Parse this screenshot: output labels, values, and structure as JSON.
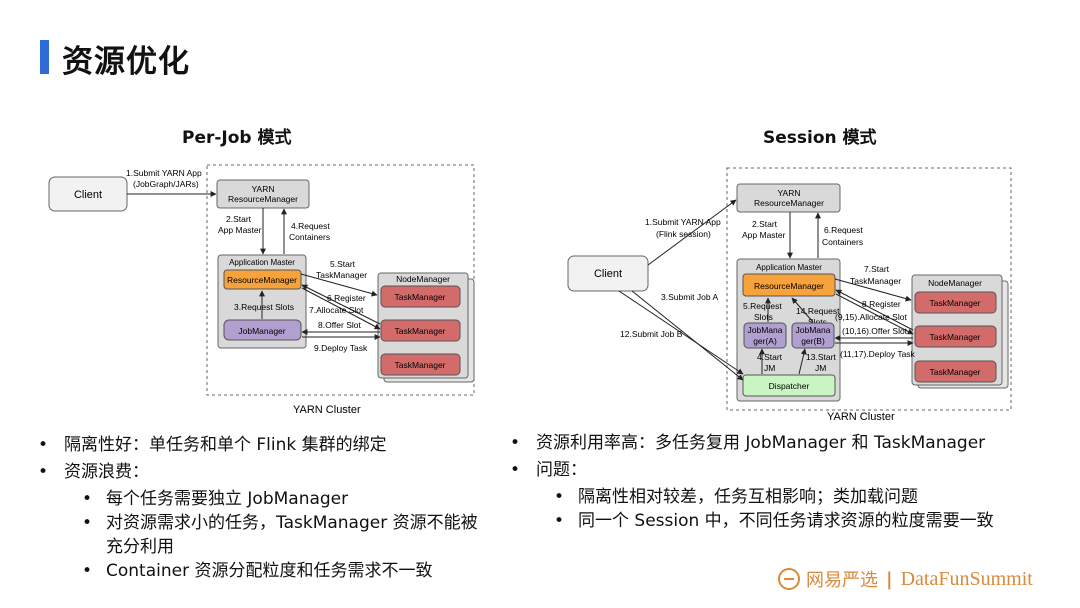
{
  "page": {
    "title": "资源优化",
    "left_subtitle": "Per-Job 模式",
    "right_subtitle": "Session 模式"
  },
  "left_diagram": {
    "client": "Client",
    "step1a": "1.Submit YARN App",
    "step1b": "(JobGraph/JARs)",
    "yarn_rm_a": "YARN",
    "yarn_rm_b": "ResourceManager",
    "step2a": "2.Start",
    "step2b": "App Master",
    "step4a": "4.Request",
    "step4b": "Containers",
    "app_master": "Application Master",
    "resource_manager": "ResourceManager",
    "step3": "3.Request Slots",
    "job_manager": "JobManager",
    "step5a": "5.Start",
    "step5b": "TaskManager",
    "step6": "6.Register",
    "step7": "7.Allocate Slot",
    "step8": "8.Offer Slot",
    "step9": "9.Deploy Task",
    "node_manager": "NodeManager",
    "task_manager": "TaskManager",
    "cluster_label": "YARN Cluster"
  },
  "right_diagram": {
    "client": "Client",
    "step1a": "1.Submit YARN App",
    "step1b": "(Flink session)",
    "yarn_rm_a": "YARN",
    "yarn_rm_b": "ResourceManager",
    "step2a": "2.Start",
    "step2b": "App Master",
    "step6a": "6.Request",
    "step6b": "Containers",
    "app_master": "Application Master",
    "resource_manager": "ResourceManager",
    "step3": "3.Submit Job A",
    "step12": "12.Submit Job B",
    "step5a": "5.Request",
    "step5b": "Slots",
    "step14a": "14.Request",
    "step14b": "Slots",
    "jm_a1": "JobMana",
    "jm_a2": "ger(A)",
    "jm_b1": "JobMana",
    "jm_b2": "ger(B)",
    "step4a": "4.Start",
    "step4b": "JM",
    "step13a": "13.Start",
    "step13b": "JM",
    "dispatcher": "Dispatcher",
    "step7a": "7.Start",
    "step7b": "TaskManager",
    "step8": "8.Register",
    "step9": "(9,15).Allocate Slot",
    "step10": "(10,16).Offer Slot",
    "step11": "(11,17).Deploy Task",
    "node_manager": "NodeManager",
    "task_manager": "TaskManager",
    "cluster_label": "YARN Cluster"
  },
  "left_bullets": {
    "b1": "隔离性好：单任务和单个 Flink 集群的绑定",
    "b2": "资源浪费：",
    "b2_1": "每个任务需要独立 JobManager",
    "b2_2a": "对资源需求小的任务，TaskManager 资源不能被",
    "b2_2b": "充分利用",
    "b2_3": "Container 资源分配粒度和任务需求不一致"
  },
  "right_bullets": {
    "b1": "资源利用率高：多任务复用 JobManager 和 TaskManager",
    "b2": "问题：",
    "b2_1": "隔离性相对较差，任务互相影响；类加载问题",
    "b2_2": "同一个 Session 中，不同任务请求资源的粒度需要一致"
  },
  "logo": {
    "cn": "网易严选",
    "en": "DataFunSummit"
  },
  "colors": {
    "accent_bar": "#2f6bd6",
    "resource_manager": "#f7a23b",
    "job_manager": "#b09fcf",
    "task_manager": "#d46b6b",
    "dispatcher": "#c8f5c2",
    "grey_box": "#d9d9d9",
    "logo": "#d98a3a"
  }
}
